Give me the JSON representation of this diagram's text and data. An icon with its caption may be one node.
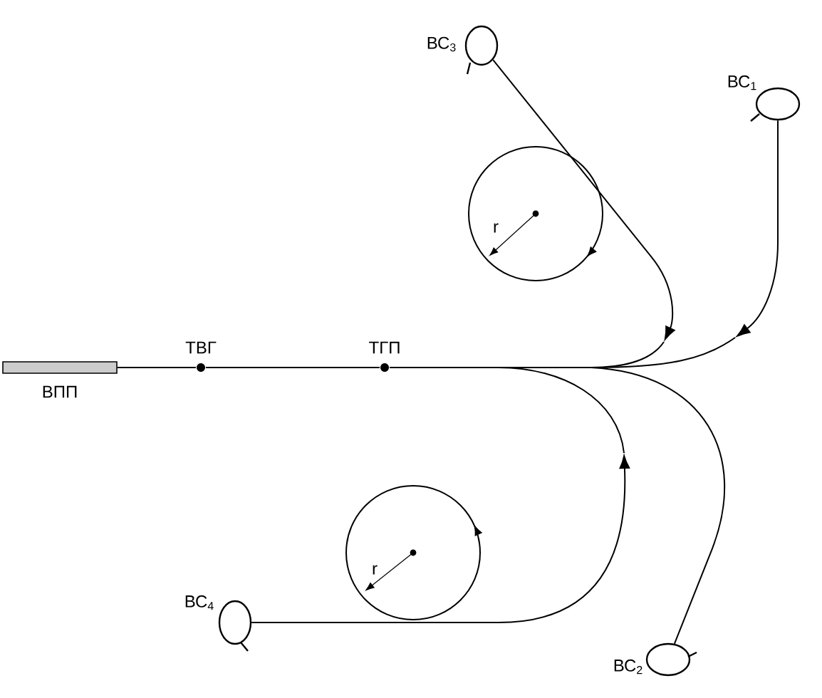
{
  "diagram": {
    "nodes": [
      {
        "text": [
          "ВС$_{3}$"
        ]
      },
      {
        "text": [
          "ВС$_{1}$"
        ]
      },
      {
        "text": [
          "ВПП"
        ]
      },
      {
        "text": [
          "ТВГ"
        ]
      },
      {
        "text": [
          "ТГП"
        ]
      },
      {
        "text": [
          "ВС$_{4}$"
        ]
      },
      {
        "text": [
          "ВС$_{2}$"
        ]
      }
    ],
    "edges": [
      {
        "from": 0,
        "to": null,
        "arrow": "to"
      },
      {
        "from": 1,
        "to": null,
        "arrow": "to"
      },
      {
        "from": 5,
        "to": null,
        "arrow": "to"
      },
      {
        "from": 6,
        "to": 4,
        "arrow": "none"
      },
      {
        "from": 4,
        "to": 3,
        "arrow": "none"
      },
      {
        "from": 3,
        "to": 2,
        "arrow": "none"
      }
    ],
    "labels": [
      "r",
      "r"
    ]
  }
}
